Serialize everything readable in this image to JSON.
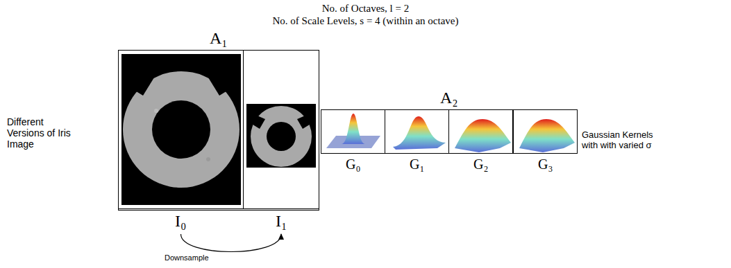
{
  "diagram": {
    "title": "No. of Octaves, l = 2",
    "nodes": [
      {
        "text": [
          "A₁"
        ]
      },
      {
        "text": [
          "I₀"
        ],
        "in": 0
      },
      {
        "text": [
          "I₁"
        ],
        "in": 0
      },
      {
        "text": [
          "A₂"
        ]
      },
      {
        "text": [
          "G₀"
        ],
        "in": 3
      },
      {
        "text": [
          "G₁"
        ],
        "in": 3
      },
      {
        "text": [
          "G₂"
        ],
        "in": 3
      },
      {
        "text": [
          "G₃"
        ],
        "in": 3
      }
    ],
    "edges": [
      {
        "from": 1,
        "to": 2,
        "arrow": "to",
        "label": "Downsample"
      }
    ],
    "labels": [
      "No. of Scale Levels, s = 4 (within an octave)",
      "Different Versions of Iris Image",
      "Gaussian Kernels with with varied σ"
    ]
  }
}
